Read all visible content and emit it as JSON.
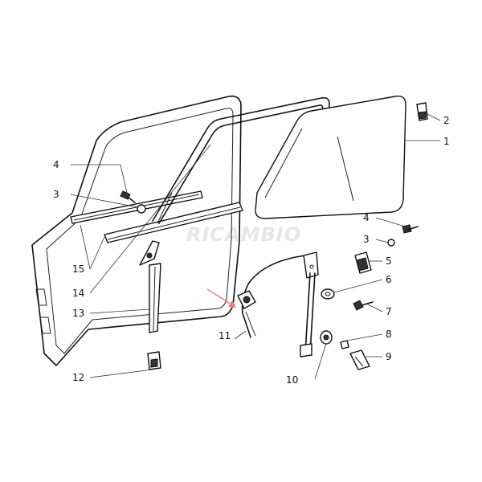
{
  "callouts": [
    {
      "id": "1",
      "label": "1"
    },
    {
      "id": "2",
      "label": "2"
    },
    {
      "id": "3a",
      "label": "3"
    },
    {
      "id": "3b",
      "label": "3"
    },
    {
      "id": "4a",
      "label": "4"
    },
    {
      "id": "4b",
      "label": "4"
    },
    {
      "id": "5",
      "label": "5"
    },
    {
      "id": "6",
      "label": "6"
    },
    {
      "id": "7",
      "label": "7"
    },
    {
      "id": "8",
      "label": "8"
    },
    {
      "id": "9",
      "label": "9"
    },
    {
      "id": "10",
      "label": "10"
    },
    {
      "id": "11",
      "label": "11"
    },
    {
      "id": "12",
      "label": "12"
    },
    {
      "id": "13",
      "label": "13"
    },
    {
      "id": "14",
      "label": "14"
    },
    {
      "id": "15",
      "label": "15"
    }
  ],
  "watermark": "RICAMBIO",
  "colors": {
    "line": "#111111",
    "background": "#ffffff",
    "arrow": "#f08080",
    "watermark": "#e6e6e6"
  }
}
